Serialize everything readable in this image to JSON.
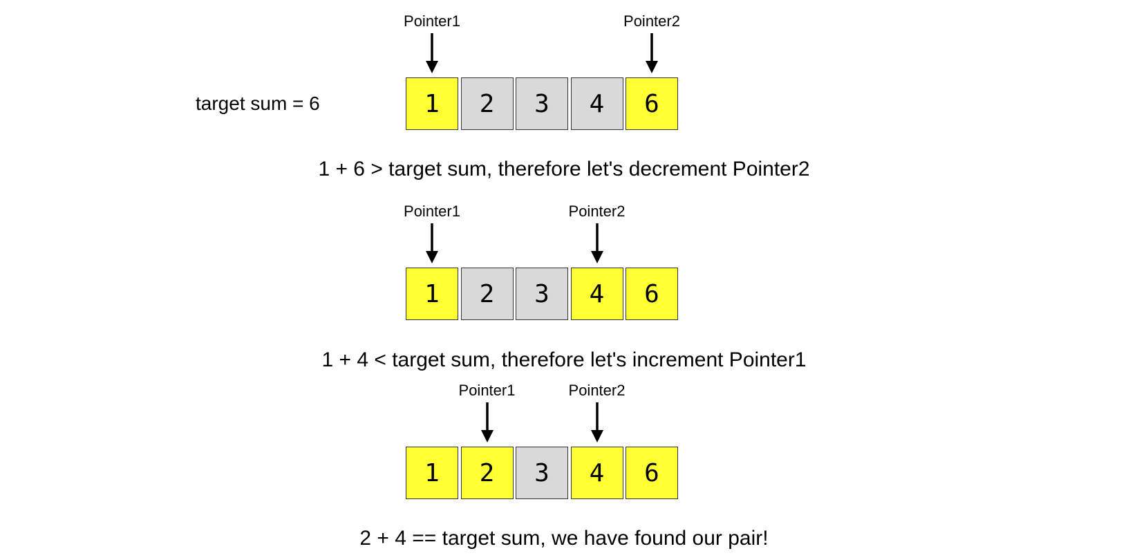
{
  "target_label": "target sum = 6",
  "colors": {
    "highlight": "#ffff33",
    "inactive": "#d9d9d9",
    "border": "#333333",
    "arrow": "#000000"
  },
  "steps": [
    {
      "values": [
        "1",
        "2",
        "3",
        "4",
        "6"
      ],
      "highlighted": [
        true,
        false,
        false,
        false,
        true
      ],
      "pointers": [
        {
          "label": "Pointer1",
          "index": 0
        },
        {
          "label": "Pointer2",
          "index": 4
        }
      ],
      "caption": "1 + 6 > target sum, therefore let's decrement Pointer2"
    },
    {
      "values": [
        "1",
        "2",
        "3",
        "4",
        "6"
      ],
      "highlighted": [
        true,
        false,
        false,
        true,
        true
      ],
      "pointers": [
        {
          "label": "Pointer1",
          "index": 0
        },
        {
          "label": "Pointer2",
          "index": 3
        }
      ],
      "caption": "1 + 4 < target sum, therefore let's increment Pointer1"
    },
    {
      "values": [
        "1",
        "2",
        "3",
        "4",
        "6"
      ],
      "highlighted": [
        true,
        true,
        false,
        true,
        true
      ],
      "pointers": [
        {
          "label": "Pointer1",
          "index": 1
        },
        {
          "label": "Pointer2",
          "index": 3
        }
      ],
      "caption": "2 + 4 == target sum, we have found our pair!"
    }
  ]
}
